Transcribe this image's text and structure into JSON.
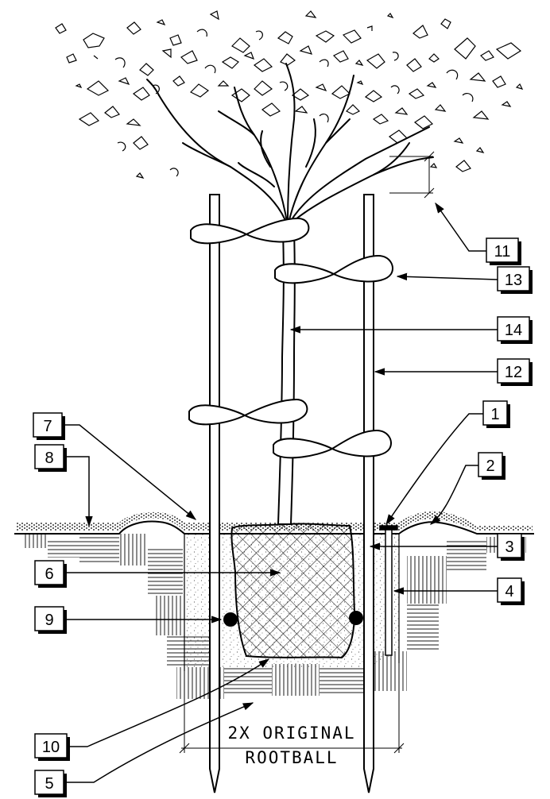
{
  "callouts": [
    {
      "id": "callout-1",
      "label": "1"
    },
    {
      "id": "callout-2",
      "label": "2"
    },
    {
      "id": "callout-3",
      "label": "3"
    },
    {
      "id": "callout-4",
      "label": "4"
    },
    {
      "id": "callout-5",
      "label": "5"
    },
    {
      "id": "callout-6",
      "label": "6"
    },
    {
      "id": "callout-7",
      "label": "7"
    },
    {
      "id": "callout-8",
      "label": "8"
    },
    {
      "id": "callout-9",
      "label": "9"
    },
    {
      "id": "callout-10",
      "label": "10"
    },
    {
      "id": "callout-11",
      "label": "11"
    },
    {
      "id": "callout-12",
      "label": "12"
    },
    {
      "id": "callout-13",
      "label": "13"
    },
    {
      "id": "callout-14",
      "label": "14"
    }
  ],
  "dimension": {
    "line1": "2X ORIGINAL",
    "line2": "ROOTBALL"
  },
  "colors": {
    "ink": "#000000",
    "paper": "#ffffff",
    "shadow": "#000000"
  }
}
